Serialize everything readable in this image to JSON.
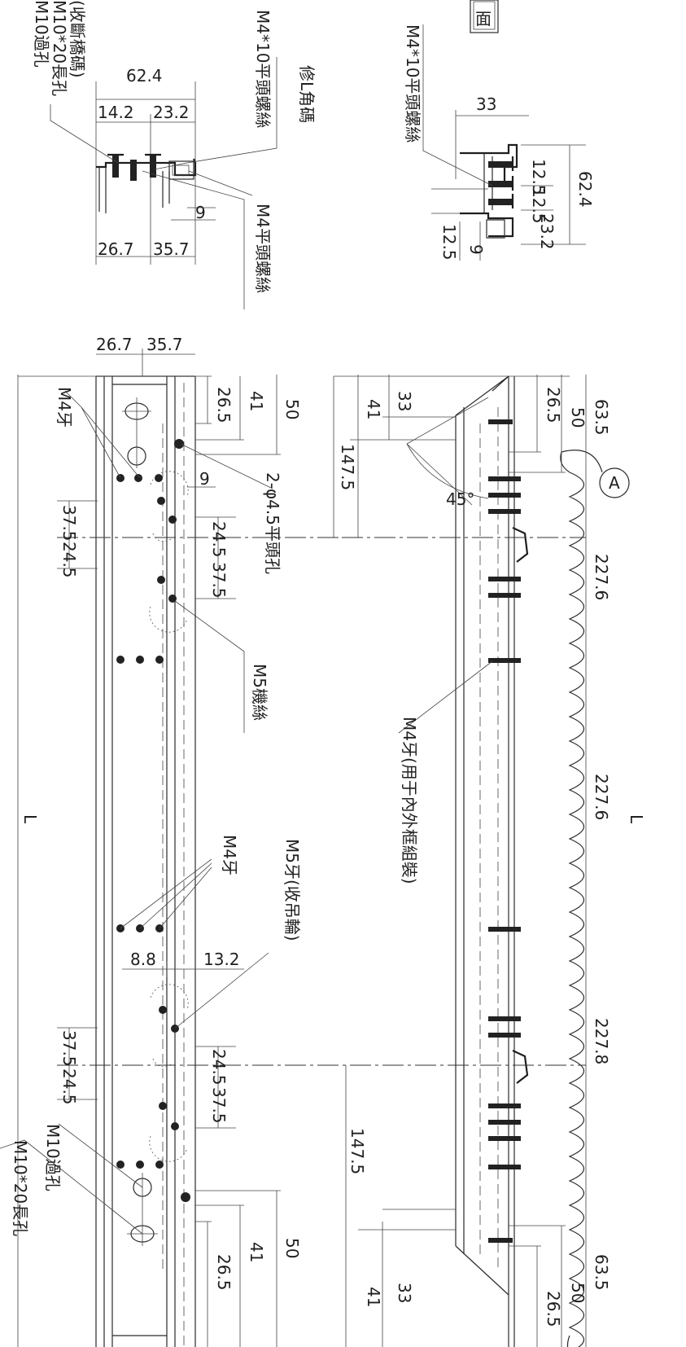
{
  "labels": {
    "section_mark": "面",
    "m4_10_flat_screw_left": "M4*10平頭螺絲",
    "m4_10_flat_screw_right": "M4*10平頭螺絲",
    "repair_l_corner": "修L角碼",
    "m4_flat_screw": "M4平頭螺絲",
    "cut_bridge_code": "(收斷橋碼)",
    "m10_20_slot_top": "M10*20長孔",
    "m10_through_top": "M10過孔",
    "m4_thread_a": "M4牙",
    "m4_thread_b": "M4牙",
    "hole_2_45": "2-φ4.5平頭孔",
    "m5_screw": "M5機絲",
    "m4_thread_inner_outer": "M4牙(用于內外框組裝)",
    "m5_thread_pulley": "M5牙(收吊輪)",
    "m10_through_bottom": "M10過孔",
    "m10_20_slot_bottom": "M10*20長孔",
    "detail_a": "A",
    "angle_45": "45°",
    "length_L_left": "L",
    "length_L_right": "L"
  },
  "dimensions": {
    "top_62_4": "62.4",
    "top_14_2": "14.2",
    "top_23_2": "23.2",
    "top_9": "9",
    "top_26_7": "26.7",
    "top_35_7": "35.7",
    "right_33": "33",
    "right_62_4": "62.4",
    "right_12_5a": "12.5",
    "right_12_5b": "12.5",
    "right_23_2": "23.2",
    "right_9": "9",
    "left_26_7": "26.7",
    "left_35_7": "35.7",
    "left_50_top": "50",
    "left_41_top": "41",
    "left_26_5_top": "26.5",
    "left_9": "9",
    "left_37_5a": "37.5",
    "left_24_5a": "24.5",
    "left_24_5b": "24.5",
    "left_37_5b": "37.5",
    "left_8_8": "8.8",
    "left_13_2": "13.2",
    "left_37_5c": "37.5",
    "left_24_5c": "24.5",
    "left_24_5d": "24.5",
    "left_37_5d": "37.5",
    "left_50_bot": "50",
    "left_41_bot": "41",
    "left_26_5_bot": "26.5",
    "right_63_5_top": "63.5",
    "right_50_top": "50",
    "right_26_5_top": "26.5",
    "right_33_top": "33",
    "right_41_top": "41",
    "right_147_5_top": "147.5",
    "right_227_6a": "227.6",
    "right_227_6b": "227.6",
    "right_227_8": "227.8",
    "right_147_5_bot": "147.5",
    "right_63_5_bot": "63.5",
    "right_50_bot": "50",
    "right_26_5_bot": "26.5",
    "right_33_bot": "33",
    "right_41_bot": "41"
  }
}
